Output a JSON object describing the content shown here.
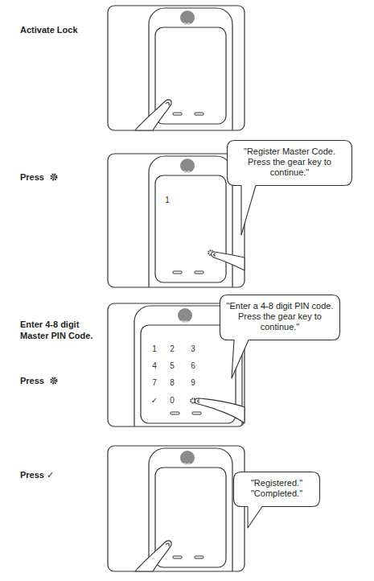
{
  "diagram": {
    "nodes": [
      {
        "text": [
          "\"Register Master Code. Press the gear key to continue.\""
        ]
      },
      {
        "text": [
          "\"Enter a 4-8 digit PIN code. Press the gear key to continue.\""
        ]
      },
      {
        "text": [
          "\"Registered.\"",
          "\"Completed.\""
        ]
      }
    ],
    "labels": [
      "Activate Lock",
      "Yale",
      "Press",
      "Yale",
      "1",
      "Enter 4-8 digit Master PIN Code.",
      "Press",
      "Yale",
      "1",
      "2",
      "3",
      "4",
      "5",
      "6",
      "7",
      "8",
      "9",
      "✓",
      "0",
      "Press ✓",
      "Yale"
    ]
  }
}
